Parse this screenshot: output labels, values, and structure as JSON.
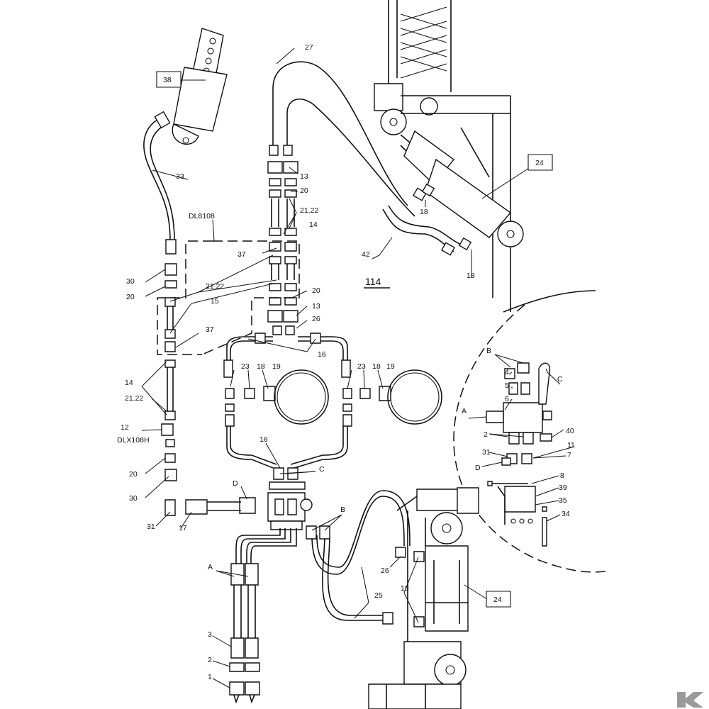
{
  "group_number": "114",
  "labels": {
    "l38": "38",
    "l33": "33",
    "l27": "27",
    "l24_top": "24",
    "l24_bottom": "24",
    "ldl8108": "DL8108",
    "l13a": "13",
    "l20a": "20",
    "l21_22a": "21.22",
    "l14a": "14",
    "l37a": "37",
    "l30a": "30",
    "l20b": "20",
    "l21_22b": "21.22",
    "l15": "15",
    "l20c": "20",
    "l13b": "13",
    "l26a": "26",
    "l37b": "37",
    "l16a": "16",
    "l42": "42",
    "l18a": "18",
    "l18b": "18",
    "l23a": "23",
    "l18c": "18",
    "l19a": "19",
    "l23b": "23",
    "l18d": "18",
    "l19b": "19",
    "l14b": "14",
    "l21_22c": "21.22",
    "l12": "12",
    "ldlx108h": "DLX108H",
    "l20d": "20",
    "l30b": "30",
    "l31a": "31",
    "l17": "17",
    "lD_main": "D",
    "l16b": "16",
    "lC_main": "C",
    "lB_main": "B",
    "lA_main": "A",
    "l3": "3",
    "l2": "2",
    "l1": "1",
    "l26b": "26",
    "l25": "25",
    "l18e": "18",
    "lB_inset": "B",
    "lC_inset": "C",
    "lA_inset": "A",
    "lD_inset": "D",
    "l4": "4",
    "l5": "5",
    "l6": "6",
    "l2_inset": "2",
    "l40": "40",
    "l31_inset": "31",
    "l7": "7",
    "l11": "11",
    "l8": "8",
    "l39": "39",
    "l35": "35",
    "l34": "34"
  },
  "brand": {
    "logo_letter": "K",
    "color": "#9a9a9a"
  }
}
